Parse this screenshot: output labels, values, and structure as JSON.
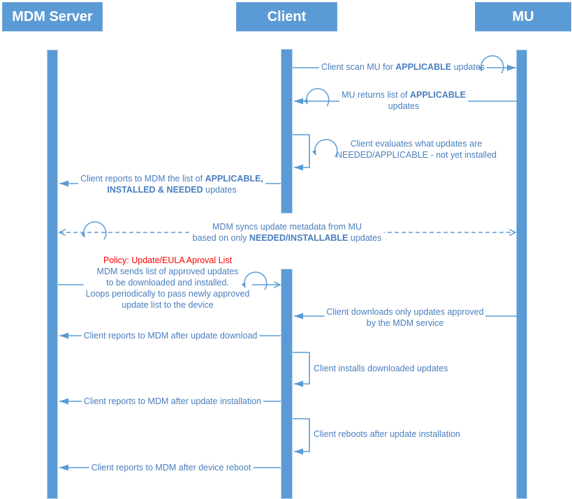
{
  "actors": {
    "mdm": "MDM Server",
    "client": "Client",
    "mu": "MU"
  },
  "colors": {
    "accent": "#5B9BD5",
    "label_text": "#4A7EBE",
    "policy_red": "#FF0000"
  },
  "labels": {
    "m1": {
      "pre": "Client scan MU for ",
      "bold": "APPLICABLE",
      "post": " updates"
    },
    "m2": {
      "l1_pre": "MU returns list of ",
      "l1_bold": "APPLICABLE",
      "l2": "updates"
    },
    "m3": {
      "l1": "Client evaluates what updates are",
      "l2": "NEEDED/APPLICABLE - not yet installed"
    },
    "m4": {
      "l1_pre": "Client reports to MDM the list of ",
      "l1_bold": "APPLICABLE,",
      "l2_bold": "INSTALLED & NEEDED",
      "l2_post": " updates"
    },
    "m5": {
      "l1": "MDM syncs update metadata from MU",
      "l2_pre": "based on only ",
      "l2_bold": "NEEDED/INSTALLABLE",
      "l2_post": " updates"
    },
    "m6": {
      "policy": "Policy: Update/EULA Aproval List",
      "l1": "MDM sends list of approved updates",
      "l2": "to be downloaded and installed.",
      "l3": "Loops periodically to pass newly approved",
      "l4": "update list to the device"
    },
    "m7": {
      "l1": "Client downloads only updates approved",
      "l2": "by the MDM service"
    },
    "m8": {
      "l1": "Client reports to MDM after update download"
    },
    "m9": {
      "l1": "Client installs downloaded updates"
    },
    "m10": {
      "l1": "Client reports to MDM after update installation"
    },
    "m11": {
      "l1": "Client reboots after update installation"
    },
    "m12": {
      "l1": "Client reports to MDM after device reboot"
    }
  }
}
